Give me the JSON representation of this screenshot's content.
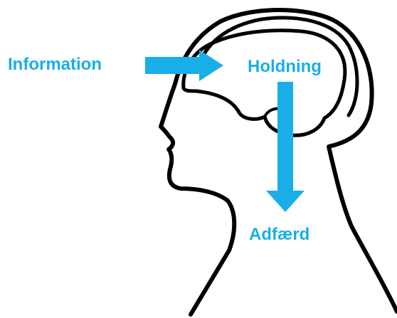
{
  "labels": {
    "information": "Information",
    "holdning": "Holdning",
    "adfaerd": "Adfærd"
  },
  "colors": {
    "accent": "#19AEE8",
    "outline": "#000000",
    "background": "#FFFFFF"
  }
}
